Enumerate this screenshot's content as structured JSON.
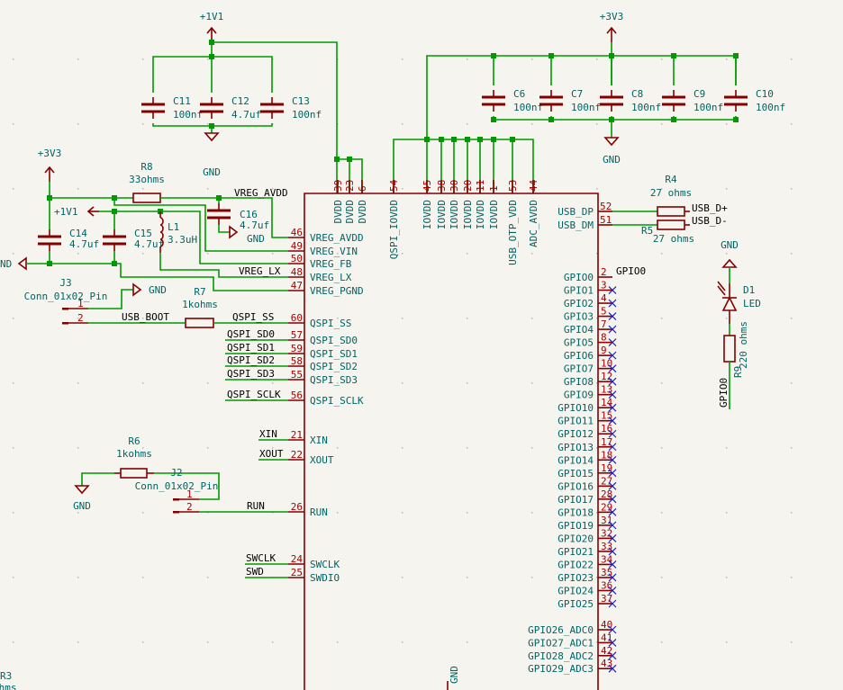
{
  "colors": {
    "wire": "#009a00",
    "component": "#840000",
    "text": "#006464",
    "pin_number": "#a80000",
    "net_label": "#000000",
    "no_connect": "#2020c0",
    "background": "#f5f4ef"
  },
  "power": {
    "v1v1_top": "+1V1",
    "v3v3_top": "+3V3",
    "v3v3_left": "+3V3",
    "v1v1_left": "+1V1",
    "gnd": "GND",
    "gnd_cut": "ND"
  },
  "components": {
    "C11": {
      "ref": "C11",
      "value": "100nf"
    },
    "C12": {
      "ref": "C12",
      "value": "4.7uf"
    },
    "C13": {
      "ref": "C13",
      "value": "100nf"
    },
    "C6": {
      "ref": "C6",
      "value": "100nf"
    },
    "C7": {
      "ref": "C7",
      "value": "100nf"
    },
    "C8": {
      "ref": "C8",
      "value": "100nf"
    },
    "C9": {
      "ref": "C9",
      "value": "100nf"
    },
    "C10": {
      "ref": "C10",
      "value": "100nf"
    },
    "C14": {
      "ref": "C14",
      "value": "4.7uf"
    },
    "C15": {
      "ref": "C15",
      "value": "4.7uf"
    },
    "C16": {
      "ref": "C16",
      "value": "4.7uf"
    },
    "L1": {
      "ref": "L1",
      "value": "3.3uH"
    },
    "R8": {
      "ref": "R8",
      "value": "33ohms"
    },
    "R7": {
      "ref": "R7",
      "value": "1kohms"
    },
    "R6": {
      "ref": "R6",
      "value": "1kohms"
    },
    "R4": {
      "ref": "R4",
      "value": "27 ohms"
    },
    "R5": {
      "ref": "R5",
      "value": "27 ohms"
    },
    "R9": {
      "ref": "R9",
      "value": "220 ohms"
    },
    "R3": {
      "ref": "R3",
      "value": "ohms"
    },
    "D1": {
      "ref": "D1",
      "value": "LED"
    },
    "J3": {
      "ref": "J3",
      "value": "Conn_01x02_Pin",
      "pin1": "1",
      "pin2": "2"
    },
    "J2": {
      "ref": "J2",
      "value": "Conn_01x02_Pin",
      "pin1": "1",
      "pin2": "2"
    }
  },
  "net_labels": {
    "vreg_avdd": "VREG_AVDD",
    "vreg_lx": "VREG_LX",
    "usb_boot": "USB_BOOT",
    "qspi_ss": "QSPI_SS",
    "qspi_sd0": "QSPI_SD0",
    "qspi_sd1": "QSPI_SD1",
    "qspi_sd2": "QSPI_SD2",
    "qspi_sd3": "QSPI_SD3",
    "qspi_sclk": "QSPI_SCLK",
    "xin": "XIN",
    "xout": "XOUT",
    "run": "RUN",
    "swclk": "SWCLK",
    "swd": "SWD",
    "usb_dp": "USB_D+",
    "usb_dm": "USB_D-",
    "gpio0": "GPIO0",
    "gpio0_led": "GPIO0"
  },
  "chip": {
    "top_pins": [
      {
        "num": "39",
        "name": "DVDD"
      },
      {
        "num": "23",
        "name": "DVDD"
      },
      {
        "num": "6",
        "name": "DVDD"
      },
      {
        "num": "54",
        "name": "QSPI_IOVDD"
      },
      {
        "num": "45",
        "name": "IOVDD"
      },
      {
        "num": "38",
        "name": "IOVDD"
      },
      {
        "num": "30",
        "name": "IOVDD"
      },
      {
        "num": "20",
        "name": "IOVDD"
      },
      {
        "num": "11",
        "name": "IOVDD"
      },
      {
        "num": "1",
        "name": "IOVDD"
      },
      {
        "num": "53",
        "name": "USB_OTP_VDD"
      },
      {
        "num": "44",
        "name": "ADC_AVDD"
      }
    ],
    "left_pins": [
      {
        "num": "46",
        "name": "VREG_AVDD"
      },
      {
        "num": "49",
        "name": "VREG_VIN"
      },
      {
        "num": "50",
        "name": "VREG_FB"
      },
      {
        "num": "48",
        "name": "VREG_LX"
      },
      {
        "num": "47",
        "name": "VREG_PGND"
      },
      {
        "num": "60",
        "name": "QSPI_SS"
      },
      {
        "num": "57",
        "name": "QSPI_SD0"
      },
      {
        "num": "59",
        "name": "QSPI_SD1"
      },
      {
        "num": "58",
        "name": "QSPI_SD2"
      },
      {
        "num": "55",
        "name": "QSPI_SD3"
      },
      {
        "num": "56",
        "name": "QSPI_SCLK"
      },
      {
        "num": "21",
        "name": "XIN"
      },
      {
        "num": "22",
        "name": "XOUT"
      },
      {
        "num": "26",
        "name": "RUN"
      },
      {
        "num": "24",
        "name": "SWCLK"
      },
      {
        "num": "25",
        "name": "SWDIO"
      }
    ],
    "usb_pins": [
      {
        "num": "52",
        "name": "USB_DP"
      },
      {
        "num": "51",
        "name": "USB_DM"
      }
    ],
    "gpio_pins": [
      {
        "num": "2",
        "name": "GPIO0"
      },
      {
        "num": "3",
        "name": "GPIO1"
      },
      {
        "num": "4",
        "name": "GPIO2"
      },
      {
        "num": "5",
        "name": "GPIO3"
      },
      {
        "num": "7",
        "name": "GPIO4"
      },
      {
        "num": "8",
        "name": "GPIO5"
      },
      {
        "num": "9",
        "name": "GPIO6"
      },
      {
        "num": "10",
        "name": "GPIO7"
      },
      {
        "num": "12",
        "name": "GPIO8"
      },
      {
        "num": "13",
        "name": "GPIO9"
      },
      {
        "num": "14",
        "name": "GPIO10"
      },
      {
        "num": "15",
        "name": "GPIO11"
      },
      {
        "num": "16",
        "name": "GPIO12"
      },
      {
        "num": "17",
        "name": "GPIO13"
      },
      {
        "num": "18",
        "name": "GPIO14"
      },
      {
        "num": "19",
        "name": "GPIO15"
      },
      {
        "num": "27",
        "name": "GPIO16"
      },
      {
        "num": "28",
        "name": "GPIO17"
      },
      {
        "num": "29",
        "name": "GPIO18"
      },
      {
        "num": "31",
        "name": "GPIO19"
      },
      {
        "num": "32",
        "name": "GPIO20"
      },
      {
        "num": "33",
        "name": "GPIO21"
      },
      {
        "num": "34",
        "name": "GPIO22"
      },
      {
        "num": "35",
        "name": "GPIO23"
      },
      {
        "num": "36",
        "name": "GPIO24"
      },
      {
        "num": "37",
        "name": "GPIO25"
      }
    ],
    "adc_pins": [
      {
        "num": "40",
        "name": "GPIO26_ADC0"
      },
      {
        "num": "41",
        "name": "GPIO27_ADC1"
      },
      {
        "num": "42",
        "name": "GPIO28_ADC2"
      },
      {
        "num": "43",
        "name": "GPIO29_ADC3"
      }
    ],
    "gnd_pin": "GND"
  }
}
